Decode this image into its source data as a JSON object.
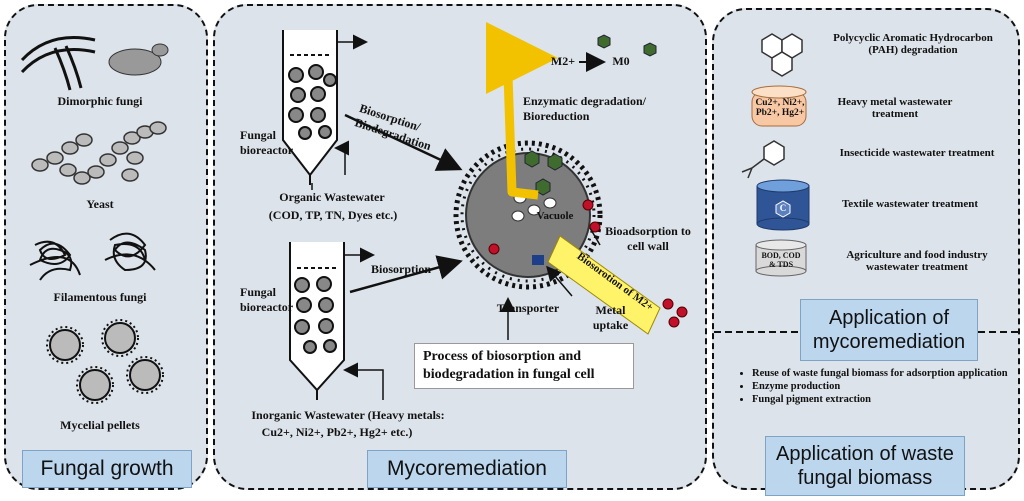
{
  "fungal_growth": {
    "title": "Fungal growth",
    "items": [
      "Dimorphic fungi",
      "Yeast",
      "Filamentous fungi",
      "Mycelial pellets"
    ]
  },
  "mycoremediation": {
    "title": "Mycoremediation",
    "reactor_top_label": "Fungal bioreactor",
    "reactor_bottom_label": "Fungal bioreactor",
    "organic_wastewater": "Organic Wastewater",
    "organic_detail": "(COD, TP, TN, Dyes etc.)",
    "biosorption_biodegradation": "Biosorption/ Biodegradation",
    "biosorption": "Biosorption",
    "inorganic_wastewater": "Inorganic Wastewater (Heavy metals:",
    "inorganic_detail": "Cu2+, Ni2+, Pb2+, Hg2+ etc.)",
    "enzymatic": "Enzymatic degradation/ Bioreduction",
    "vacuole": "Vacuole",
    "bioadsorption": "Bioadsorption to cell wall",
    "biosorption_m": "Biosorotion of M2+",
    "transporter": "Transporter",
    "metal_uptake": "Metal uptake",
    "m_ion": "M2+",
    "m_zero": "M0",
    "process_box": "Process of biosorption and biodegradation in fungal cell"
  },
  "application": {
    "title": "Application of mycoremediation",
    "items": [
      "Polycyclic Aromatic Hydrocarbon (PAH) degradation",
      "Heavy metal wastewater treatment",
      "Insecticide wastewater treatment",
      "Textile wastewater treatment",
      "Agriculture and food industry wastewater treatment"
    ],
    "metals_icon_text": "Cu2+, Ni2+, Pb2+, Hg2+",
    "textile_icon_text": "C",
    "bod_icon_text": "BOD, COD & TDS"
  },
  "waste": {
    "title": "Application of waste fungal biomass",
    "items": [
      "Reuse of waste fungal biomass for adsorption application",
      "Enzyme production",
      "Fungal pigment extraction"
    ]
  }
}
